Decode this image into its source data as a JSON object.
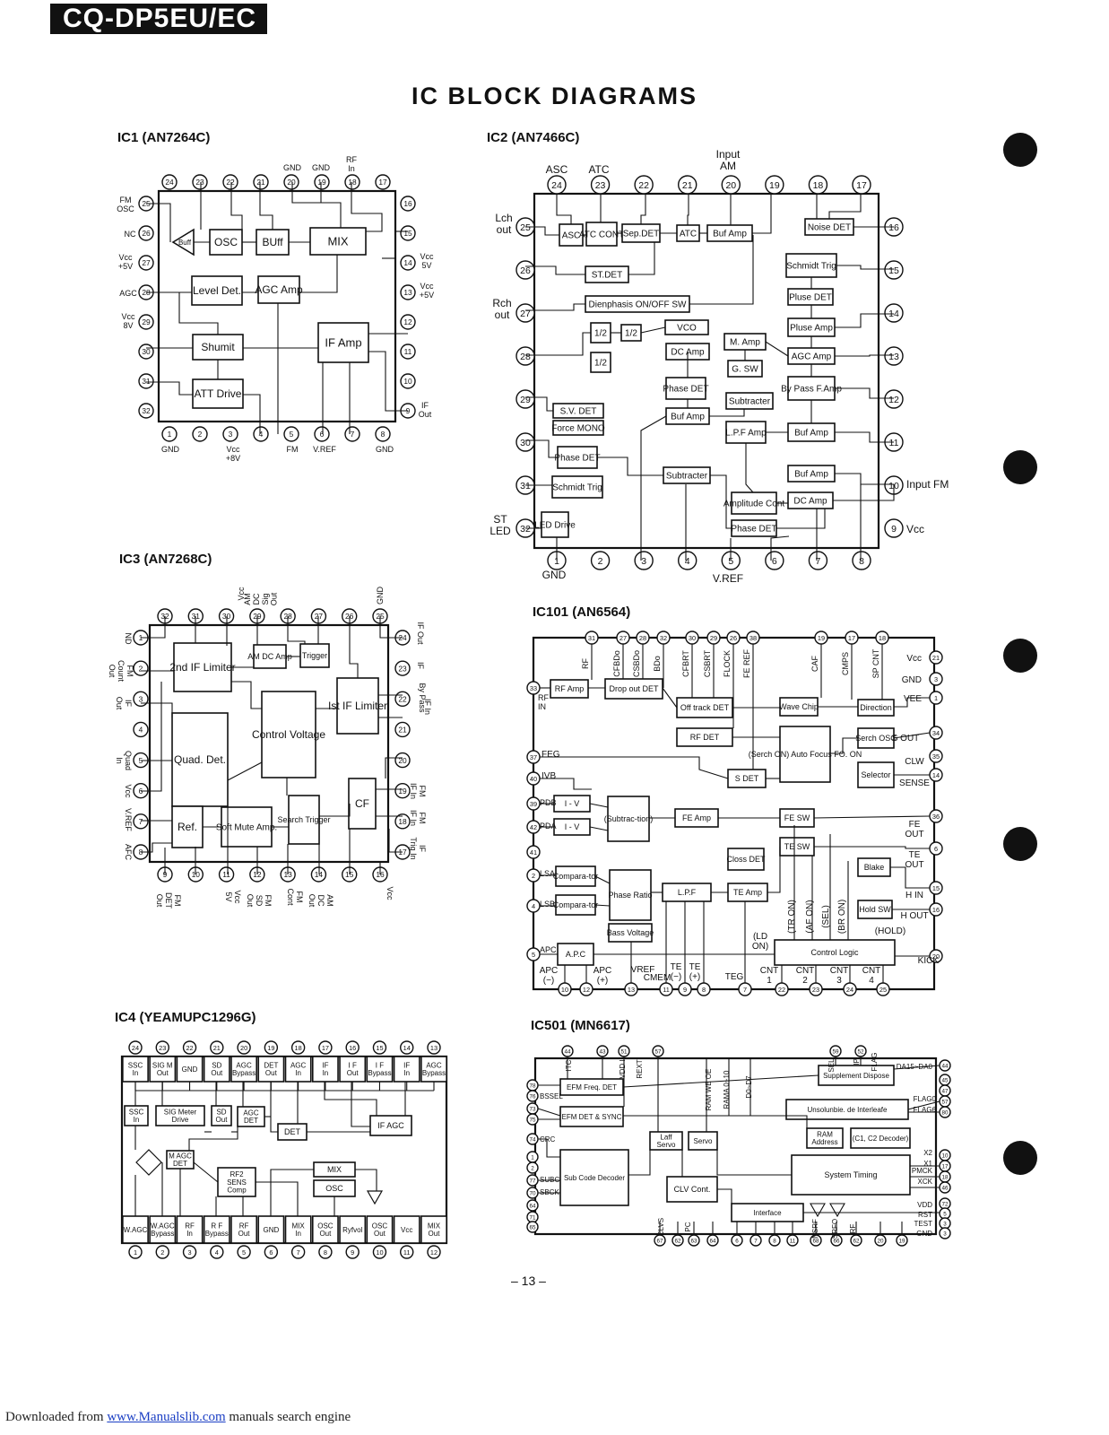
{
  "header": {
    "model": "CQ-DP5EU/EC"
  },
  "main_title": "IC BLOCK DIAGRAMS",
  "page_number": "– 13 –",
  "footer": {
    "prefix": "Downloaded from ",
    "link": "www.Manualslib.com",
    "suffix": " manuals search engine"
  },
  "ic_titles": {
    "ic1": "IC1 (AN7264C)",
    "ic2": "IC2 (AN7466C)",
    "ic3": "IC3 (AN7268C)",
    "ic101": "IC101 (AN6564)",
    "ic4": "IC4 (YEAMUPC1296G)",
    "ic501": "IC501 (MN6617)"
  },
  "ic1": {
    "blocks": [
      "Buff",
      "OSC",
      "BUff",
      "MIX",
      "Level Det.",
      "AGC Amp",
      "Shumit",
      "IF Amp",
      "ATT Drive"
    ],
    "pin_labels": [
      "FM OSC",
      "NC",
      "Vcc +5V",
      "AGC",
      "Vcc 8V",
      "Vcc 5V",
      "Vcc +5V",
      "IF Out",
      "GND",
      "Vcc +8V",
      "FM",
      "V.REF",
      "GND",
      "GND",
      "GND",
      "RF In"
    ]
  },
  "ic2": {
    "blocks": [
      "ASC",
      "ATC CONT",
      "Sep.DET",
      "ATC",
      "Buf Amp",
      "Noise DET",
      "ST.DET",
      "Schmidt Trig",
      "Dienphasis ON/OFF SW",
      "Pluse DET",
      "VCO",
      "1/2",
      "1/2",
      "1/2",
      "Pluse Amp",
      "DC Amp",
      "M. Amp",
      "G. SW",
      "AGC Amp",
      "Phase DET",
      "Subtracter",
      "By Pass F.Amp",
      "S.V. DET",
      "Force MONO",
      "Buf Amp",
      "L.P.F Amp",
      "Buf Amp",
      "Phase DET",
      "Subtracter",
      "Buf Amp",
      "Schmidt Trig",
      "Amplitude Cont",
      "DC Amp",
      "LED Drive",
      "Phase DET"
    ],
    "pin_labels": [
      "ASC",
      "ATC",
      "Input AM",
      "Lch out",
      "Rch out",
      "ST LED",
      "Input FM",
      "Vcc",
      "GND",
      "V.REF"
    ]
  },
  "ic3": {
    "blocks": [
      "2nd IF Limiter",
      "AM DC Amp",
      "Trigger",
      "Ist IF Limiter",
      "Control Voltage",
      "Quad. Det.",
      "CF",
      "Ref.",
      "Soft Mute Amp.",
      "Search Trigger"
    ],
    "pin_labels": [
      "AM DC Sig Out",
      "Vcc",
      "GND",
      "IF Out",
      "IF",
      "By Pass",
      "IF In",
      "FM IF In",
      "FM IF In",
      "IF Trig In",
      "ND",
      "FM Count Out",
      "IF Out",
      "Quad In",
      "Vcc",
      "V.REF",
      "AFC",
      "FM DET Out",
      "Vcc 5V",
      "FM SD Out",
      "FM Cont",
      "AM DC Out",
      "Vcc"
    ]
  },
  "ic101": {
    "blocks": [
      "RF Amp",
      "Drop out DET",
      "Off track DET",
      "Wave Chip",
      "Direction",
      "RF DET",
      "(Serch ON) Auto Focus FO. ON",
      "Serch OSC",
      "S DET",
      "Selector",
      "I - V",
      "I - V",
      "(Subtrac-tion)",
      "FE Amp",
      "FE SW",
      "TE SW",
      "Closs DET",
      "Blake",
      "Compara-tor",
      "Compara-tor",
      "Phase Ratio",
      "L.P.F",
      "TE Amp",
      "Hold SW",
      "Bass Voltage",
      "A.P.C",
      "Control Logic"
    ],
    "pin_labels": [
      "RF",
      "CFBDo",
      "CSBDo",
      "BDo",
      "CFBRT",
      "CSBRT",
      "FLOCK",
      "FE REF",
      "CAF",
      "CMPS",
      "SP CNT",
      "RF IN",
      "FEG",
      "IVB",
      "PDB",
      "PDA",
      "LSA",
      "LSB",
      "APC",
      "Vcc",
      "GND",
      "VEE",
      "S OUT",
      "CLW",
      "SENSE",
      "FE OUT",
      "TE OUT",
      "H IN",
      "H OUT",
      "(HOLD)",
      "KICK",
      "(TR ON)",
      "(AF ON)",
      "(SEL)",
      "(BR ON)",
      "(LD ON)",
      "APC (−)",
      "APC (+)",
      "VREF",
      "CMEM",
      "TE (−)",
      "TE (+)",
      "TEG",
      "CNT 1",
      "CNT 2",
      "CNT 3",
      "CNT 4"
    ]
  },
  "ic4": {
    "top_cells": [
      "SSC In",
      "SIG M Out",
      "GND",
      "SD Out",
      "AGC Bypass",
      "DET Out",
      "AGC In",
      "IF In",
      "I F Out",
      "I F Bypass",
      "IF In",
      "AGC Bypass"
    ],
    "blocks": [
      "SSC In",
      "SIG Meter Drive",
      "SD Out",
      "AGC DET",
      "DET",
      "IF AGC",
      "M AGC DET",
      "RF2 SENS Comp",
      "MIX",
      "OSC"
    ],
    "bottom_cells": [
      "W.AGC",
      "W.AGC Bypass",
      "RF In",
      "R F Bypass",
      "RF Out",
      "GND",
      "MIX In",
      "OSC Out",
      "Ryfvol",
      "OSC Out",
      "Vcc",
      "MIX Out"
    ]
  },
  "ic501": {
    "blocks": [
      "EFM Freq. DET",
      "Supplement Dispose",
      "Unsolunbie. de Interleafe",
      "EFM DET & SYNC",
      "RAM Address",
      "(C1, C2 Decoder)",
      "Laff Servo",
      "Servo",
      "Sub Code Decoder",
      "System Timing",
      "CLV Cont.",
      "Interface"
    ],
    "pin_labels": [
      "ITC",
      "VDD I",
      "REXT",
      "RAM WE OE",
      "RAMA 0~10",
      "D0~D7",
      "SEL",
      "IP",
      "FLAG",
      "BSSEL",
      "CRC",
      "SUBC",
      "SBCK",
      "DA15~DA0",
      "FLAG0",
      "FLAG6",
      "X2",
      "X1",
      "PMCK",
      "XCK",
      "VDD",
      "RST",
      "TEST",
      "GND",
      "CLVS",
      "PC",
      "NSRF",
      "SRFO",
      "RF"
    ]
  }
}
